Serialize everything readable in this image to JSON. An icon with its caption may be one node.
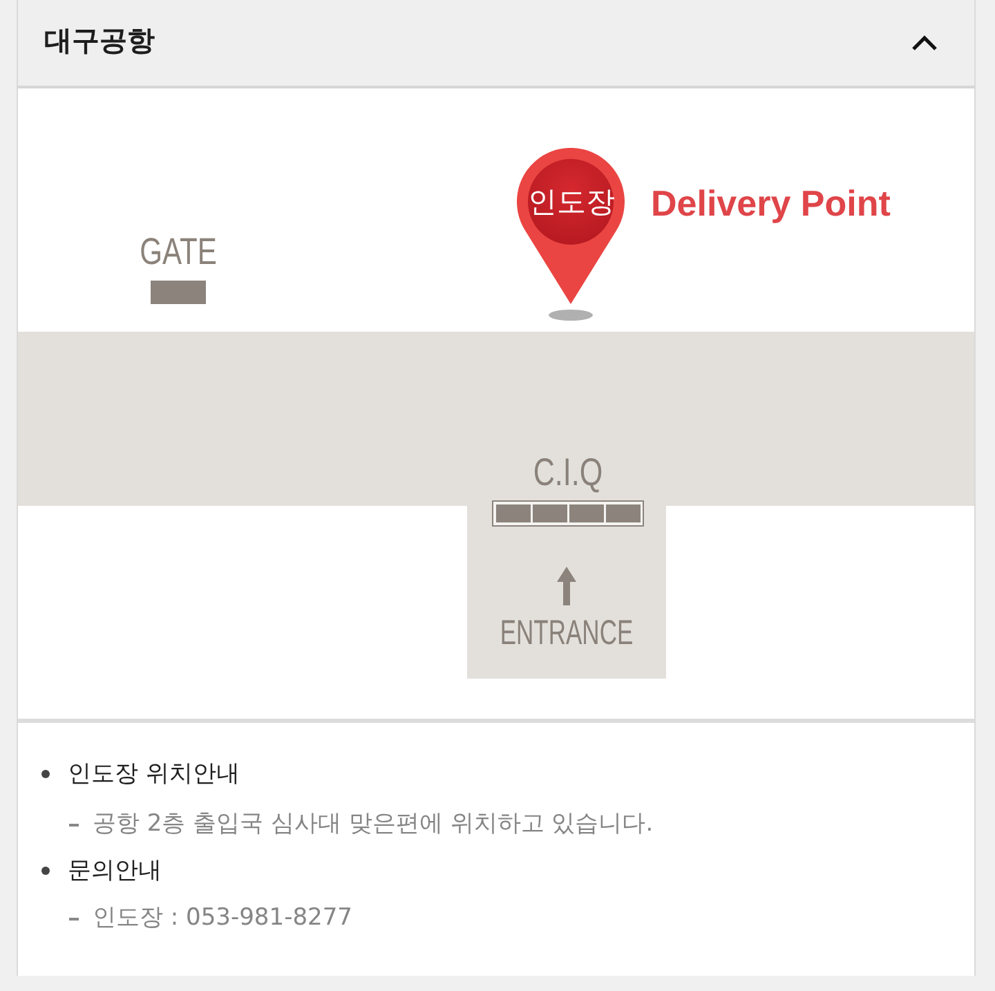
{
  "diagram": {
    "title": "대구공항",
    "nodes": [
      {
        "text": [
          "GATE"
        ]
      },
      {
        "text": [
          "인도장"
        ],
        "beside": [
          "Delivery Point"
        ]
      },
      {
        "text": [
          "C.I.Q"
        ]
      },
      {
        "text": [
          "ENTRANCE"
        ]
      }
    ],
    "labels": [
      "인도장 위치안내",
      "공항 2층 출입국 심사대 맞은편에 위치하고 있습니다.",
      "문의안내",
      "인도장 : 053-981-8277"
    ]
  }
}
